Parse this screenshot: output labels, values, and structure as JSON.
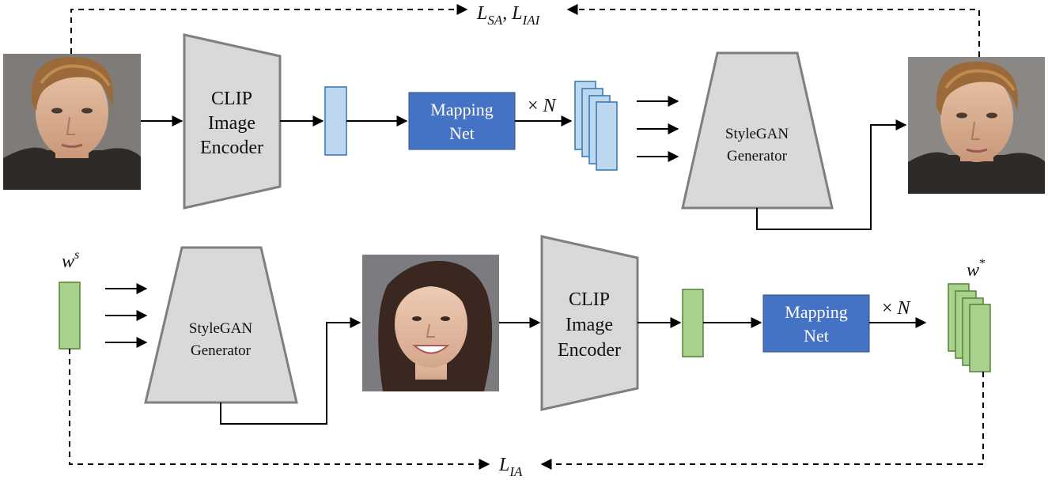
{
  "top_row": {
    "encoder": {
      "line1": "CLIP",
      "line2": "Image",
      "line3": "Encoder"
    },
    "mapping_net": {
      "line1": "Mapping",
      "line2": "Net"
    },
    "repeat": {
      "times": "×",
      "n": "N"
    },
    "generator": {
      "line1": "StyleGAN",
      "line2": "Generator"
    },
    "loss": {
      "l1": "L",
      "s1": "SA",
      "sep": ", ",
      "l2": "L",
      "s2": "IAI"
    }
  },
  "bottom_row": {
    "w_start": {
      "base": "w",
      "sup": "s"
    },
    "generator": {
      "line1": "StyleGAN",
      "line2": "Generator"
    },
    "encoder": {
      "line1": "CLIP",
      "line2": "Image",
      "line3": "Encoder"
    },
    "mapping_net": {
      "line1": "Mapping",
      "line2": "Net"
    },
    "repeat": {
      "times": "×",
      "n": "N"
    },
    "w_end": {
      "base": "w",
      "sup": "*"
    },
    "loss": {
      "l": "L",
      "s": "IA"
    }
  },
  "colors": {
    "encoder_fill": "#d9d9d9",
    "encoder_stroke": "#7f7f7f",
    "mapping_fill": "#4472c4",
    "latent_blue": "#bdd7ee",
    "latent_blue_stroke": "#2e75b6",
    "latent_green": "#a9d18e",
    "latent_green_stroke": "#548235"
  }
}
